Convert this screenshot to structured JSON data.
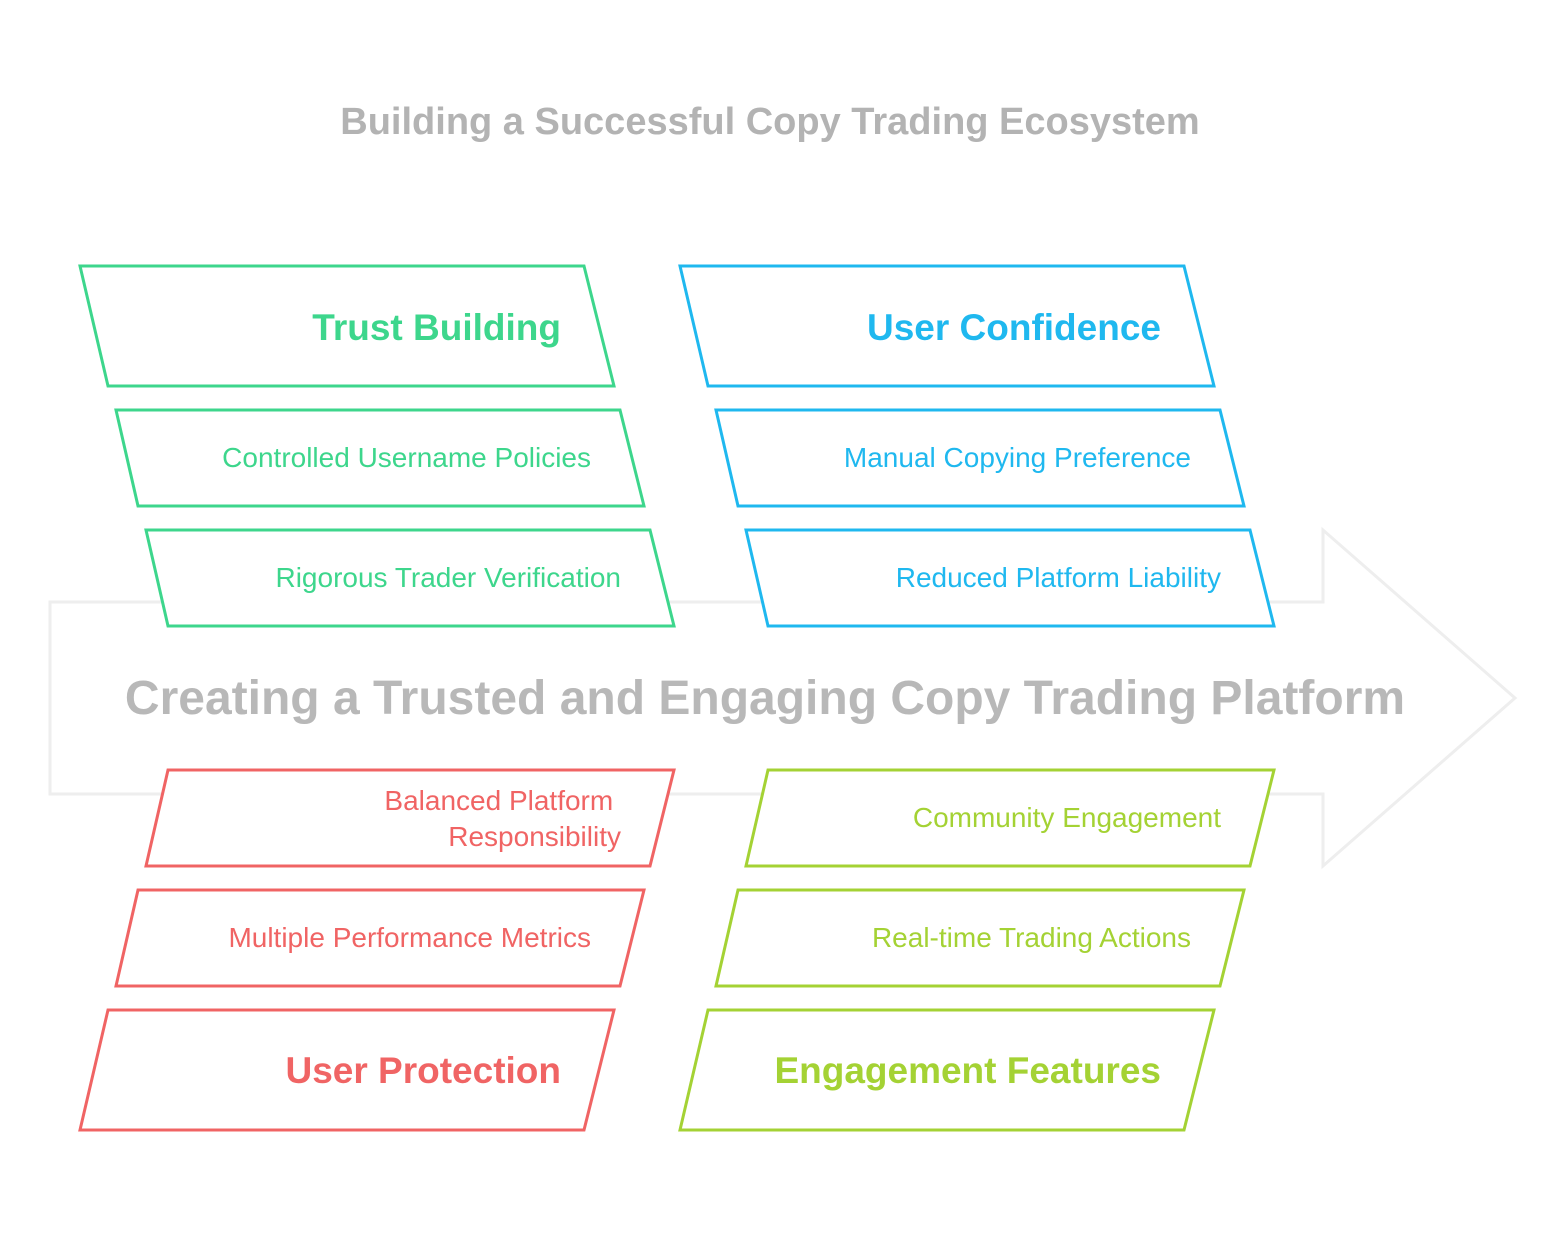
{
  "title": "Building a Successful Copy Trading Ecosystem",
  "spine_label": "Creating a Trusted and Engaging Copy Trading Platform",
  "colors": {
    "title": "#b3b3b3",
    "spine_text": "#b8b8b8",
    "spine_stroke": "#eeeeee",
    "green": "#3dd68c",
    "blue": "#1fb8ef",
    "red": "#f06464",
    "lime": "#a4d234"
  },
  "groups": {
    "trust_building": {
      "label": "Trust Building",
      "items": [
        "Controlled Username Policies",
        "Rigorous Trader Verification"
      ]
    },
    "user_confidence": {
      "label": "User Confidence",
      "items": [
        "Manual Copying Preference",
        "Reduced Platform Liability"
      ]
    },
    "user_protection": {
      "label": "User Protection",
      "items": [
        [
          "Balanced Platform",
          "Responsibility"
        ],
        "Multiple Performance Metrics"
      ]
    },
    "engagement_features": {
      "label": "Engagement Features",
      "items": [
        "Community Engagement",
        "Real-time Trading Actions"
      ]
    }
  }
}
